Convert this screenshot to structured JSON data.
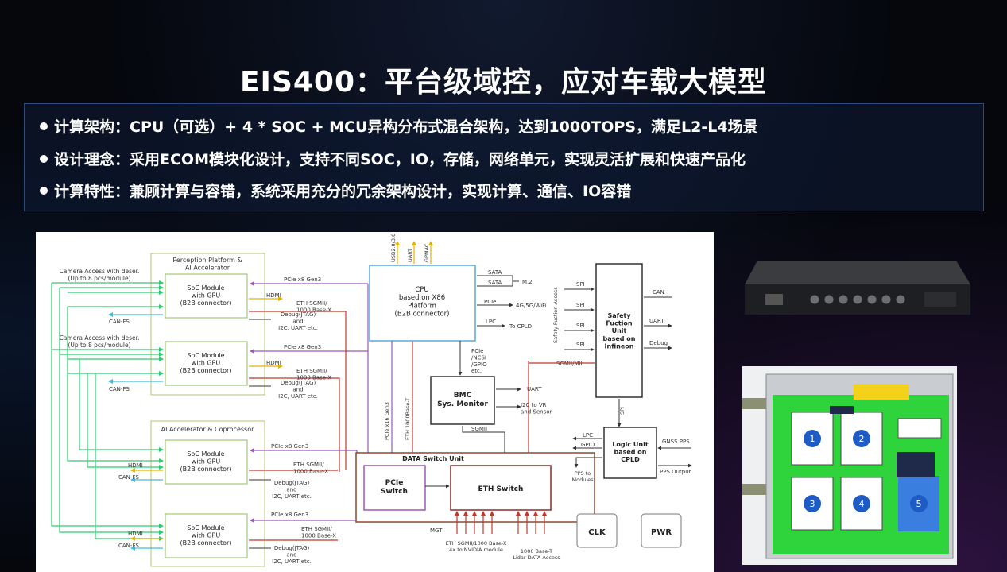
{
  "title": "EIS400：平台级域控，应对车载大模型",
  "bullets": [
    "计算架构：CPU（可选）+ 4 * SOC + MCU异构分布式混合架构，达到1000TOPS，满足L2-L4场景",
    "设计理念：采用ECOM模块化设计，支持不同SOC，IO，存储，网络单元，实现灵活扩展和快速产品化",
    "计算特性：兼顾计算与容错，系统采用充分的冗余架构设计，实现计算、通信、IO容错"
  ],
  "colors": {
    "module_border": "#b9c26e",
    "cpu_border": "#5aa9d6",
    "switch_border": "#8a2c2c",
    "pcie_line": "#9b59b6",
    "eth_line": "#c0392b",
    "camera_line": "#2ecc71",
    "hdmi_line": "#f1c40f",
    "can_line": "#3dbde0"
  },
  "diagram": {
    "perception_title": "Perception Platform &\nAI Accelerator",
    "ai_title": "AI Accelerator & Coprocessor",
    "camera1": "Camera Access with deser.\n(Up to 8 pcs/module)",
    "camera2": "Camera Access with deser.\n(Up to 8 pcs/module)",
    "soc_label": "SoC Module\nwith GPU\n(B2B connector)",
    "can_fs": "CAN-FS",
    "hdmi": "HDMI",
    "pcie_gen3": "PCIe x8 Gen3",
    "eth_sgmii": "ETH SGMII/\n1000 Base-X",
    "debug": "Debug(JTAG)\nand\nI2C, UART etc.",
    "cpu_label": "CPU\nbased on X86\nPlatform\n(B2B connector)",
    "cpu_top": [
      "USB2.0/3.0",
      "UART",
      "GPMAC"
    ],
    "sata1": "SATA",
    "sata2": "SATA",
    "m2": "M.2",
    "pcie": "PCIe",
    "wifi": "4G/5G/WiFi",
    "lpc": "LPC",
    "to_cpld": "To CPLD",
    "pcie_ncsi": "PCIe\n/NCSI\n/GPIO\netc.",
    "bmc_label": "BMC\nSys. Monitor",
    "uart": "UART",
    "i2c_vr": "I2C to VR\nand Sensor",
    "sgmii": "SGMII",
    "sgmii_mii": "SGMII/MII",
    "pcie_x16": "PCIe x16 Gen3",
    "eth_1000": "ETH 1000Base-T",
    "data_switch": "DATA Switch Unit",
    "pcie_switch": "PCIe\nSwitch",
    "eth_switch": "ETH Switch",
    "mgt": "MGT",
    "eth_bottom": "ETH SGMII/1000 Base-X\n4x to NVIDIA module",
    "lidar": "1000 Base-T\nLidar DATA Access",
    "clk": "CLK",
    "pwr": "PWR",
    "safety_access": "Safety Fuction Access",
    "spi": "SPI",
    "safety_label": "Safety\nFuction\nUnit\nbased on\nInfineon",
    "can": "CAN",
    "safety_uart": "UART",
    "safety_debug": "Debug",
    "spi_vertical": "SPI",
    "logic_label": "Logic Unit\nbased on\nCPLD",
    "gpio": "GPIO",
    "gnss": "GNSS PPS",
    "pps_modules": "PPS to\nModules",
    "pps_output": "PPS Output"
  },
  "board": {
    "numbers": [
      "1",
      "2",
      "3",
      "4",
      "5"
    ]
  }
}
